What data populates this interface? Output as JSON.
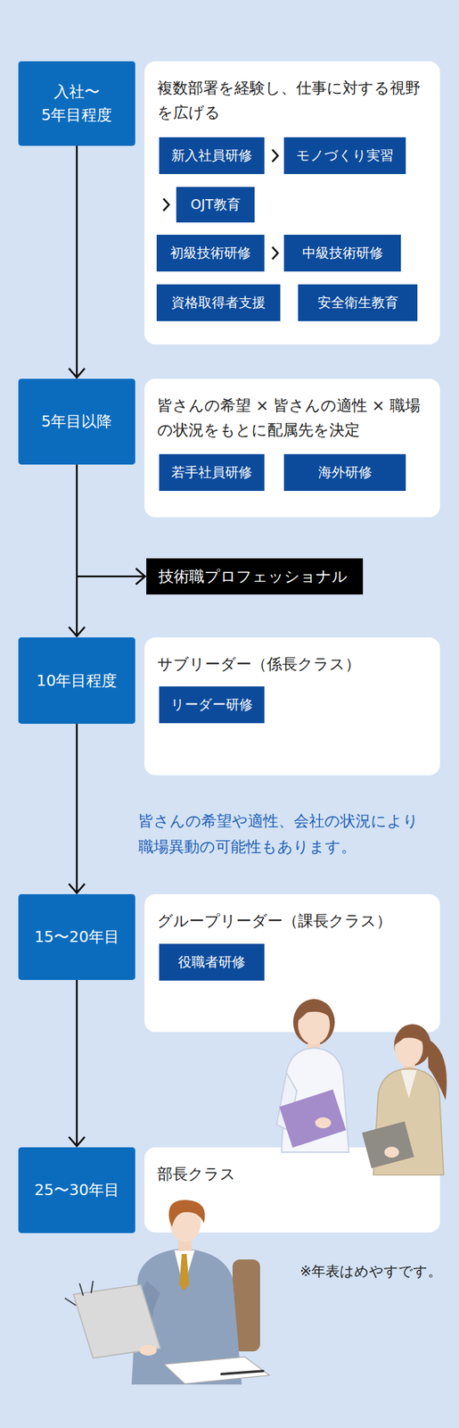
{
  "diagram": {
    "nodes": [
      {
        "text": [
          "入社〜 5年目程度"
        ]
      },
      {
        "text": [
          "複数部署を経験し、仕事に対する視野 を広げる"
        ]
      },
      {
        "text": [
          "新入社員研修"
        ],
        "in": 1
      },
      {
        "text": [
          "モノづくり実習"
        ],
        "in": 1
      },
      {
        "text": [
          "OJT教育"
        ],
        "in": 1
      },
      {
        "text": [
          "初級技術研修"
        ],
        "in": 1
      },
      {
        "text": [
          "中級技術研修"
        ],
        "in": 1
      },
      {
        "text": [
          "資格取得者支援"
        ],
        "in": 1
      },
      {
        "text": [
          "安全衛生教育"
        ],
        "in": 1
      },
      {
        "text": [
          "5年目以降"
        ]
      },
      {
        "text": [
          "皆さんの希望 × 皆さんの適性 × 職場 の状況をもとに配属先を決定"
        ]
      },
      {
        "text": [
          "若手社員研修"
        ],
        "in": 10
      },
      {
        "text": [
          "海外研修"
        ],
        "in": 10
      },
      {
        "text": [
          "技術職プロフェッショナル"
        ]
      },
      {
        "text": [
          "10年目程度"
        ]
      },
      {
        "text": [
          "サブリーダー（係長クラス）"
        ]
      },
      {
        "text": [
          "リーダー研修"
        ],
        "in": 15
      },
      {
        "text": [
          "15〜20年目"
        ]
      },
      {
        "text": [
          "グループリーダー（課長クラス）"
        ]
      },
      {
        "text": [
          "役職者研修"
        ],
        "in": 18
      },
      {
        "text": [
          "25〜30年目"
        ]
      },
      {
        "text": [
          "部長クラス"
        ]
      }
    ],
    "edges": [
      {
        "from": 0,
        "to": 9,
        "arrow": "to"
      },
      {
        "from": 9,
        "to": 14,
        "arrow": "to"
      },
      {
        "from": 9,
        "to": 13,
        "arrow": "to"
      },
      {
        "from": 14,
        "to": 17,
        "arrow": "to"
      },
      {
        "from": 17,
        "to": 20,
        "arrow": "to"
      },
      {
        "from": 2,
        "to": 3,
        "arrow": "to"
      },
      {
        "from": 3,
        "to": 4,
        "arrow": "to"
      },
      {
        "from": 5,
        "to": 6,
        "arrow": "to"
      }
    ],
    "labels": [
      "皆さんの希望や適性、会社の状況により 職場異動の可能性もあります。",
      "※年表はめやすです。"
    ]
  }
}
